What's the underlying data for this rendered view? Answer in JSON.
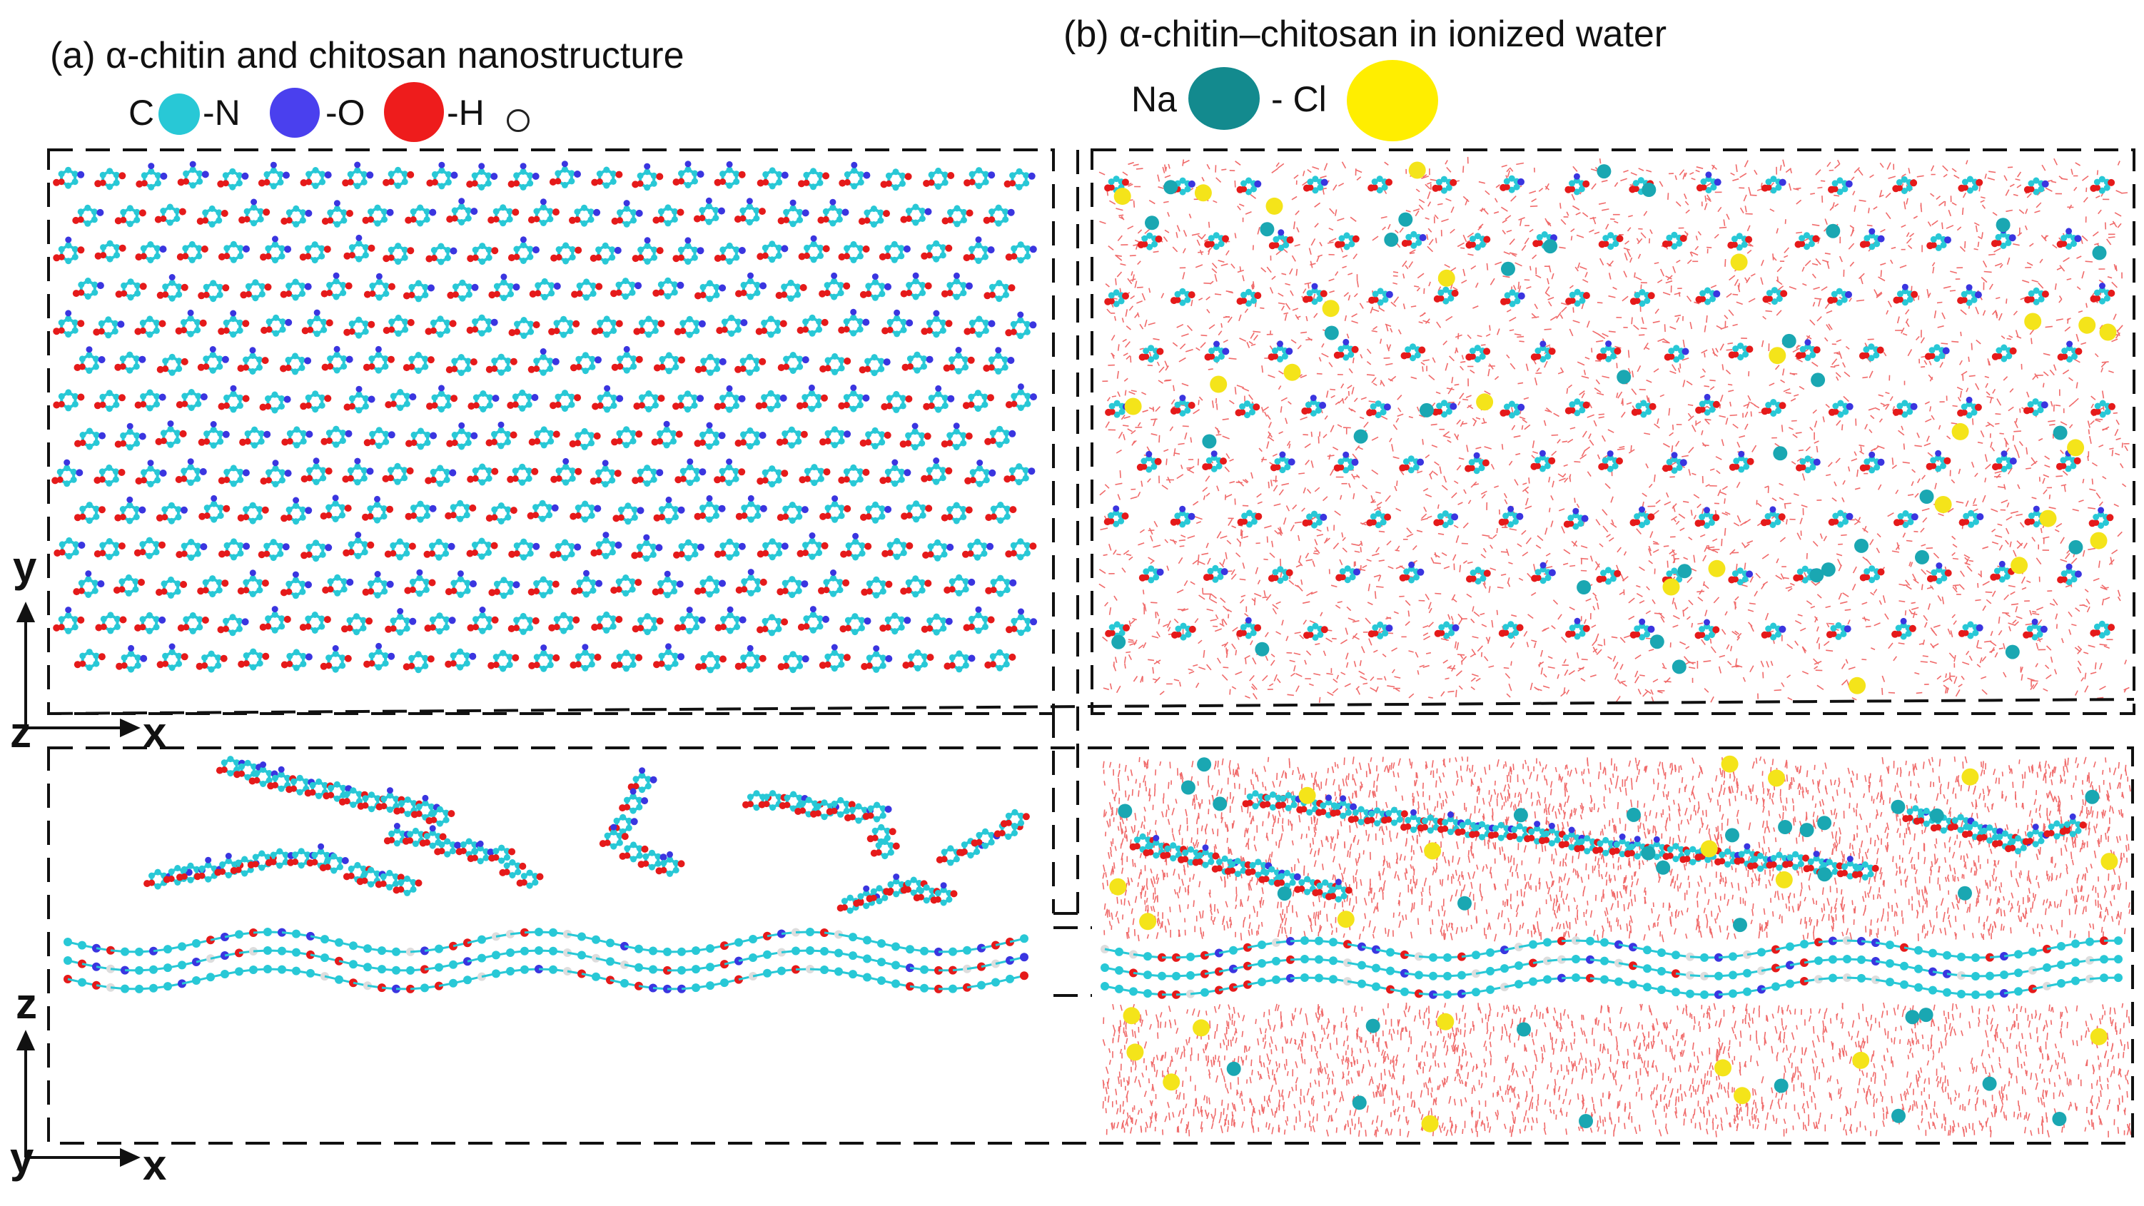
{
  "panel_a": {
    "title": "(a)  α-chitin and chitosan nanostructure",
    "legend": [
      {
        "label": "C",
        "color": "#28c8d6",
        "name": "carbon"
      },
      {
        "label": "-N",
        "color": "#4a40ee",
        "name": "nitrogen"
      },
      {
        "label": "-O",
        "color": "#ee1c1c",
        "name": "oxygen"
      },
      {
        "label": "-H",
        "color": "#ffffff",
        "name": "hydrogen"
      }
    ]
  },
  "panel_b": {
    "title": "(b) α-chitin–chitosan in ionized water",
    "legend": [
      {
        "label": "Na",
        "color": "#138a8e",
        "name": "sodium"
      },
      {
        "label": "- Cl",
        "color": "#ffee00",
        "name": "chloride"
      }
    ]
  },
  "axes": {
    "top": {
      "vertical": "y",
      "corner": "z",
      "horizontal": "x"
    },
    "bottom": {
      "vertical": "z",
      "corner": "y",
      "horizontal": "x"
    }
  },
  "colors": {
    "carbon": "#28c8d6",
    "nitrogen": "#3a35e0",
    "oxygen": "#e51a1a",
    "hydrogen": "#ffffff",
    "sodium": "#1aa7b2",
    "chloride": "#f4e41a",
    "water": "#f06a6a"
  }
}
